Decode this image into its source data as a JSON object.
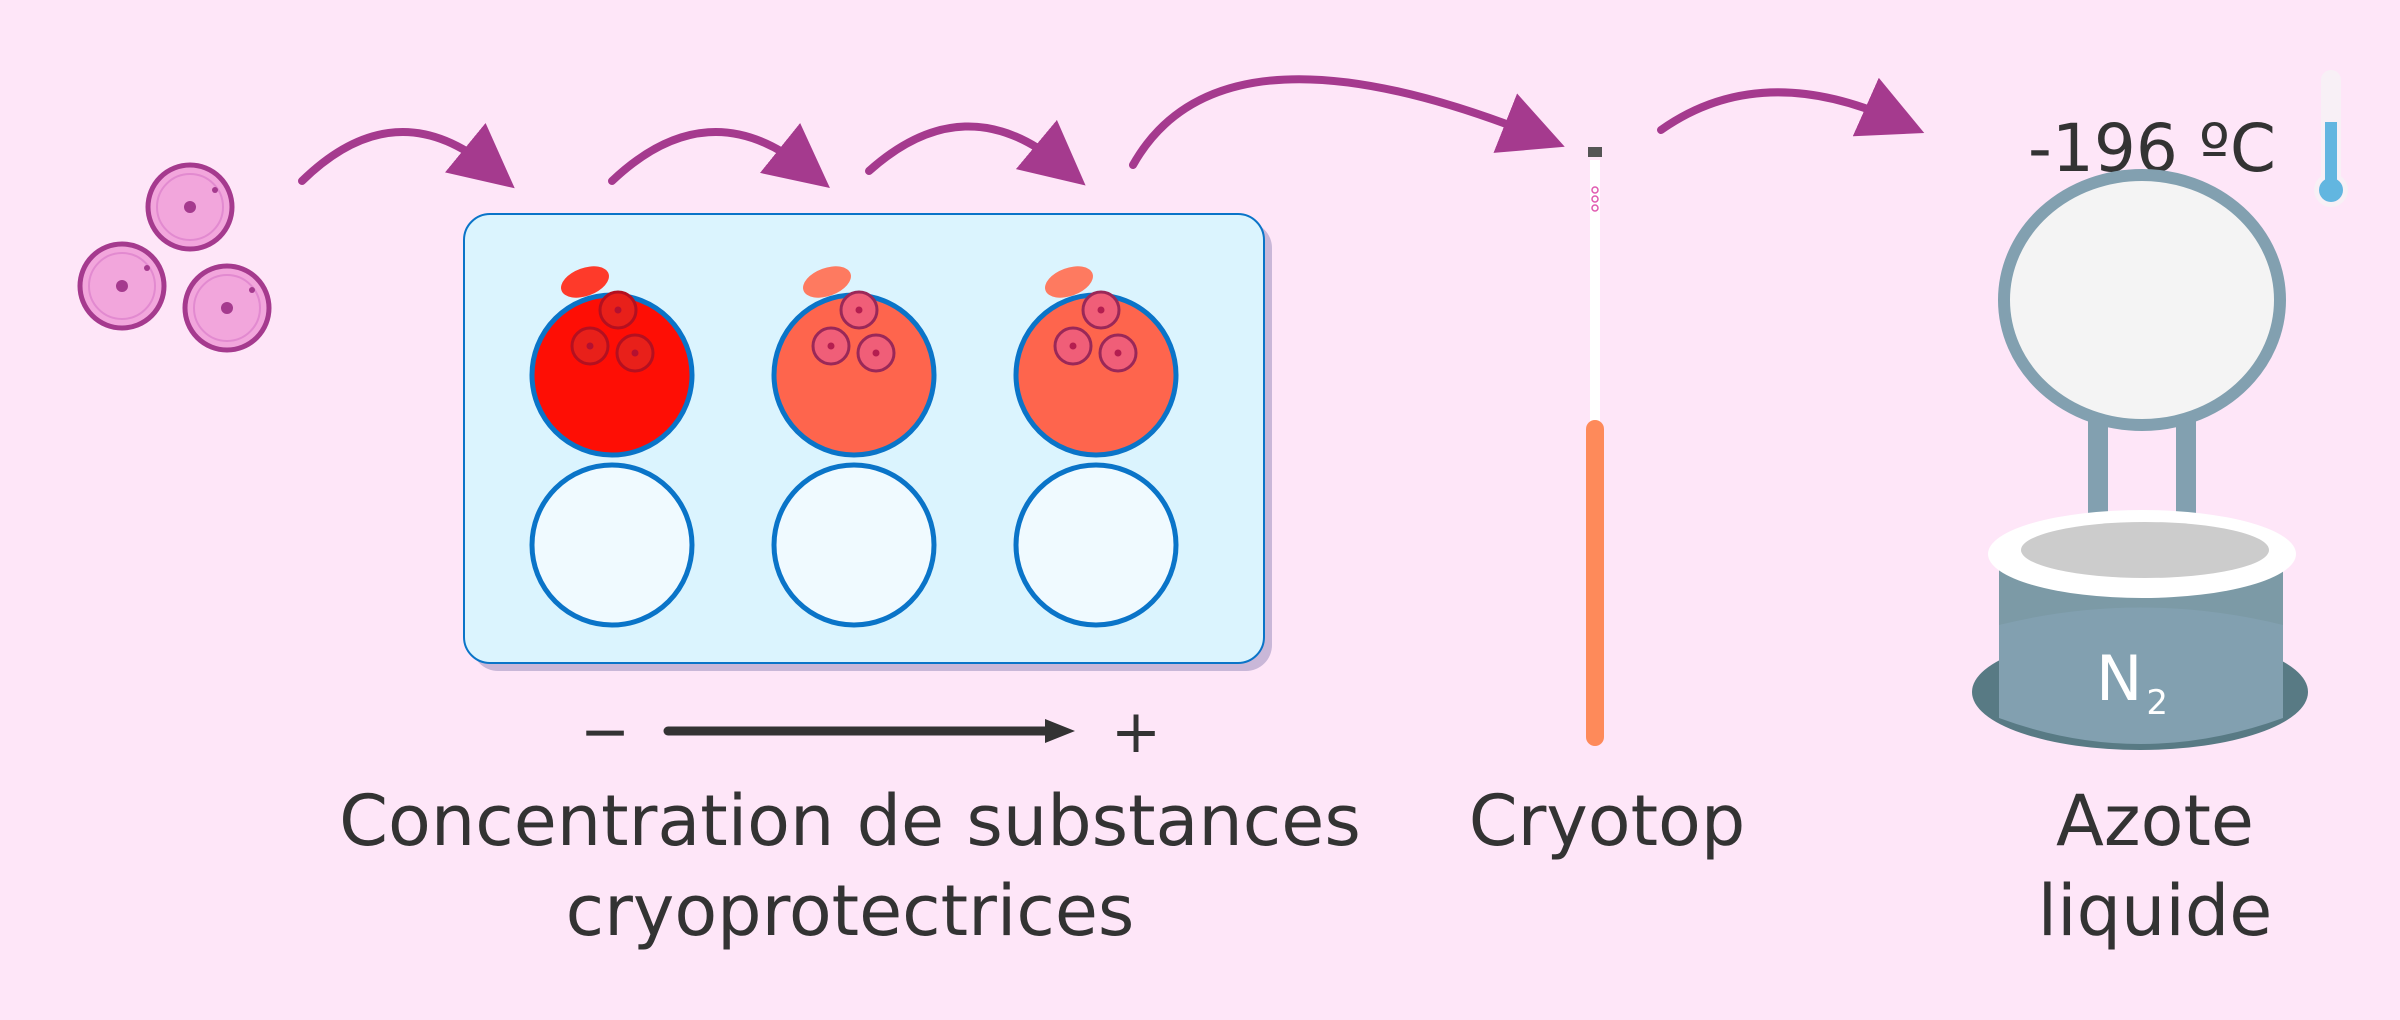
{
  "labels": {
    "concentration_line1": "Concentration de substances",
    "concentration_line2": "cryoprotectrices",
    "cryotop": "Cryotop",
    "azote_line1": "Azote",
    "azote_line2": "liquide",
    "temperature": "-196 ºC",
    "n2_symbol": "N",
    "n2_subscript": "2",
    "gradient_minus": "−",
    "gradient_plus": "+"
  },
  "colors": {
    "background": "#fee6f8",
    "arrow": "#a53a8e",
    "well_high": "#fe0e05",
    "well_mid": "#fe654d",
    "plate": "#dbf4fe",
    "well_border": "#0a74c8",
    "dewar": "#82a0b0",
    "cryotop_tip": "#fe8a5a"
  }
}
